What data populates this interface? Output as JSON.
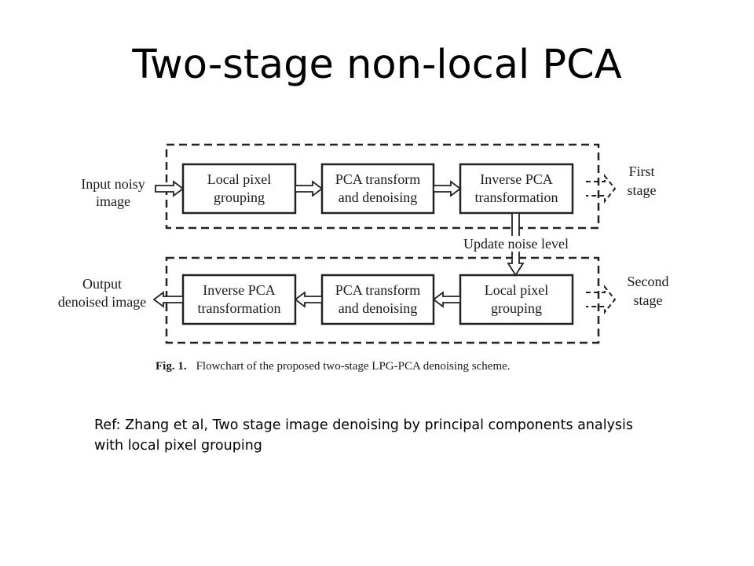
{
  "slide": {
    "title": "Two-stage non-local PCA",
    "reference": "Ref: Zhang et al, Two stage image denoising by principal components analysis with local pixel grouping"
  },
  "diagram": {
    "input_label": [
      "Input noisy",
      "image"
    ],
    "output_label": [
      "Output",
      "denoised image"
    ],
    "first_stage_label": [
      "First",
      "stage"
    ],
    "second_stage_label": [
      "Second",
      "stage"
    ],
    "update_label": "Update noise level",
    "stage1_boxes": [
      [
        "Local pixel",
        "grouping"
      ],
      [
        "PCA transform",
        "and denoising"
      ],
      [
        "Inverse PCA",
        "transformation"
      ]
    ],
    "stage2_boxes": [
      [
        "Inverse PCA",
        "transformation"
      ],
      [
        "PCA transform",
        "and denoising"
      ],
      [
        "Local pixel",
        "grouping"
      ]
    ],
    "caption_bold": "Fig. 1.",
    "caption_text": "Flowchart of the proposed two-stage LPG-PCA denoising scheme."
  }
}
